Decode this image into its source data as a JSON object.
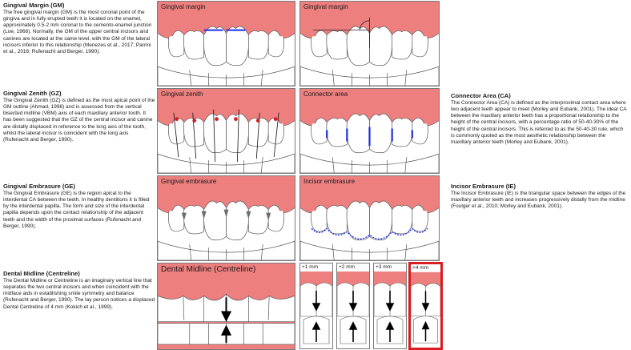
{
  "colors": {
    "gum": "#ee7f7f",
    "tooth_fill": "#ffffff",
    "tooth_stroke": "#555555",
    "accent_blue": "#1e2fe0",
    "accent_red": "#d81e22"
  },
  "sections": {
    "gm": {
      "title": "Gingival Margin (GM)",
      "body": "The free gingival margin (GM) is the most coronal point of the gingiva and in fully erupted teeth it is located on the enamel, approximately 0.5-2 mm coronal to the cemento-enamel junction (Loe, 1968). Normally, the GM of the upper central incisors and canines are located at the same level, with the GM of the lateral incisors inferior to this relationship (Menezes et al., 2017; Parrini et al., 2016; Rufenacht and Berger, 1990)."
    },
    "gz": {
      "title": "Gingival Zenith (GZ)",
      "body": "The Gingival Zenith (GZ) is defined as the most apical point of the GM outline (Ahmad, 1998) and is assessed from the vertical bisected midline (VBM) axis of each maxillary anterior tooth. It has been suggested that the GZ of the central incisor and canine are distally displaced in reference to the long axis of the tooth, whilst the lateral incisor is coincident with the long axis (Rufenacht and Berger, 1990)."
    },
    "ge": {
      "title": "Gingival Embrasure (GE)",
      "body": "The Gingival Embrasure (GE) is the region apical to the interdental CA between the teeth. In healthy dentitions it is filled by the interdental papilla. The form and size of the interdental papilla depends upon the contact relationship of the adjacent teeth and the width of the proximal surfaces (Rufenacht and Berger, 1990)."
    },
    "dm": {
      "title": "Dental Midline (Centreline)",
      "body": "The Dental Midline or Centreline is an imaginary vertical line that separates the two central incisors and when coincident with the midface aids in establishing smile symmetry and balance (Rufenacht and Berger, 1990). The lay person notices a displaced Dental Centreline of 4 mm (Kokich et al., 1999)."
    },
    "ca": {
      "title": "Connector Area (CA)",
      "body": "The Connector Area (CA) is defined as the interproximal contact area where two adjacent teeth appear to meet (Morley and Eubank, 2001). The ideal CA between the maxillary anterior teeth has a proportional relationship to the height of the central incisors, with a percentage ratio of 50-40-30% of the height of the central incisors. This is referred to as the 50-40-30 rule, which is commonly quoted as the most aesthetic relationship between the maxillary anterior teeth (Morley and Eubank, 2001)."
    },
    "ie": {
      "title": "Incisor Embrasure (IE)",
      "body": "The Incisor Embrasure (IE) is the triangular space between the edges of the maxillary anterior teeth and increases progressively distally from the midline (Foulger et al., 2010; Morley and Eubank, 2001)."
    }
  },
  "panels": {
    "gingival_margin_1": "Gingival margin",
    "gingival_margin_2": "Gingival margin",
    "gingival_zenith": "Gingival zenith",
    "connector_area": "Connector area",
    "gingival_embrasure": "Gingival embrasure",
    "incisor_embrasure": "Incisor embrasure",
    "dental_midline": "Dental Midline (Centreline)"
  },
  "midline_shifts": [
    "+1 mm",
    "+2 mm",
    "+3 mm",
    "+4 mm"
  ]
}
